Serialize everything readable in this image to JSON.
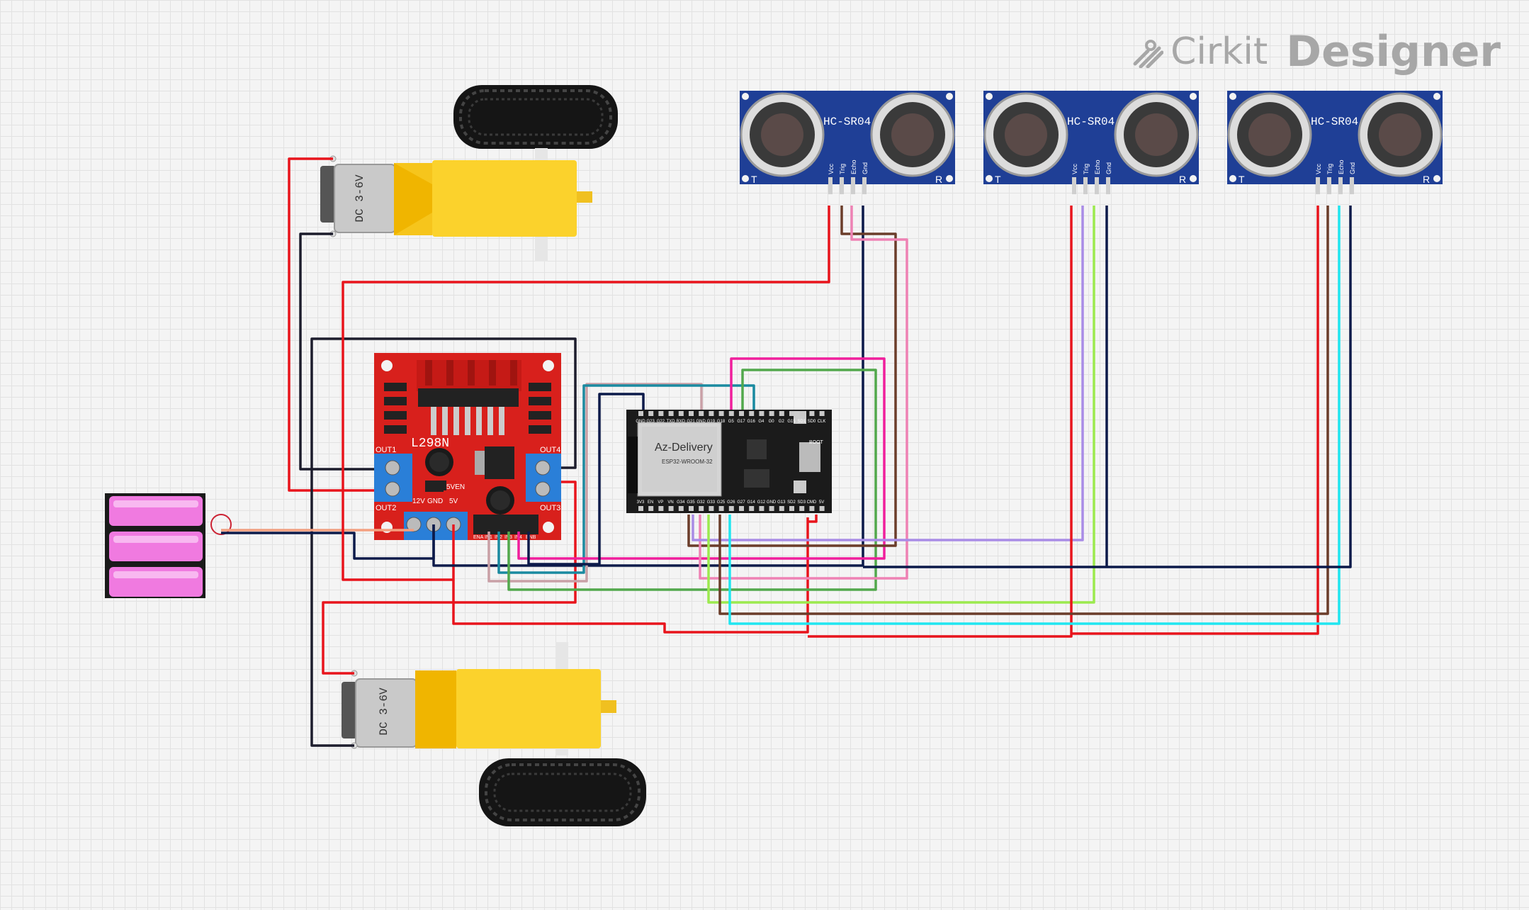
{
  "brand": {
    "name": "Cirkit",
    "product": "Designer"
  },
  "components": {
    "motor_top": {
      "label": "DC 3-6V"
    },
    "motor_bottom": {
      "label": "DC 3-6V"
    },
    "driver": {
      "label": "L298N",
      "out1": "OUT1",
      "out2": "OUT2",
      "out3": "OUT3",
      "out4": "OUT4",
      "power_pins": [
        "12V",
        "GND",
        "5V"
      ],
      "enable_label": "5VEN",
      "control_pins": [
        "ENA",
        "IN1",
        "IN2",
        "IN3",
        "IN4",
        "ENB"
      ]
    },
    "esp32": {
      "brand": "Az-Delivery",
      "module": "ESP32-WROOM-32",
      "boot": "BOOT",
      "top_pins": [
        "GND",
        "G23",
        "G22",
        "TXD",
        "RXD",
        "G21",
        "GND",
        "G19",
        "G18",
        "G5",
        "G17",
        "G16",
        "G4",
        "G0",
        "G2",
        "G15",
        "SD1",
        "SD0",
        "CLK"
      ],
      "bottom_pins": [
        "3V3",
        "EN",
        "VP",
        "VN",
        "G34",
        "G35",
        "G32",
        "G33",
        "G25",
        "G26",
        "G27",
        "G14",
        "G12",
        "GND",
        "G13",
        "SD2",
        "SD3",
        "CMD",
        "5V"
      ]
    },
    "sensors": [
      {
        "label": "HC-SR04",
        "pins": [
          "Vcc",
          "Trig",
          "Echo",
          "Gnd"
        ],
        "t": "T",
        "r": "R"
      },
      {
        "label": "HC-SR04",
        "pins": [
          "Vcc",
          "Trig",
          "Echo",
          "Gnd"
        ],
        "t": "T",
        "r": "R"
      },
      {
        "label": "HC-SR04",
        "pins": [
          "Vcc",
          "Trig",
          "Echo",
          "Gnd"
        ],
        "t": "T",
        "r": "R"
      }
    ]
  },
  "colors": {
    "red": "#e8141c",
    "black": "#1c1c2c",
    "navy": "#0c1a4a",
    "pink": "#ee82b4",
    "brown": "#6b3d2a",
    "lavender": "#a98ce6",
    "lime": "#9cea4e",
    "cyan": "#1fe6f0",
    "green": "#52a84c",
    "teal": "#1a8aa0",
    "magenta": "#f01e9c",
    "mauve": "#c9a0a6",
    "salmon": "#f4a080",
    "board_red": "#d8201c",
    "sensor_blue": "#1f3f96",
    "motor_yellow": "#fbd22c",
    "battery_pink": "#f07ae0"
  }
}
